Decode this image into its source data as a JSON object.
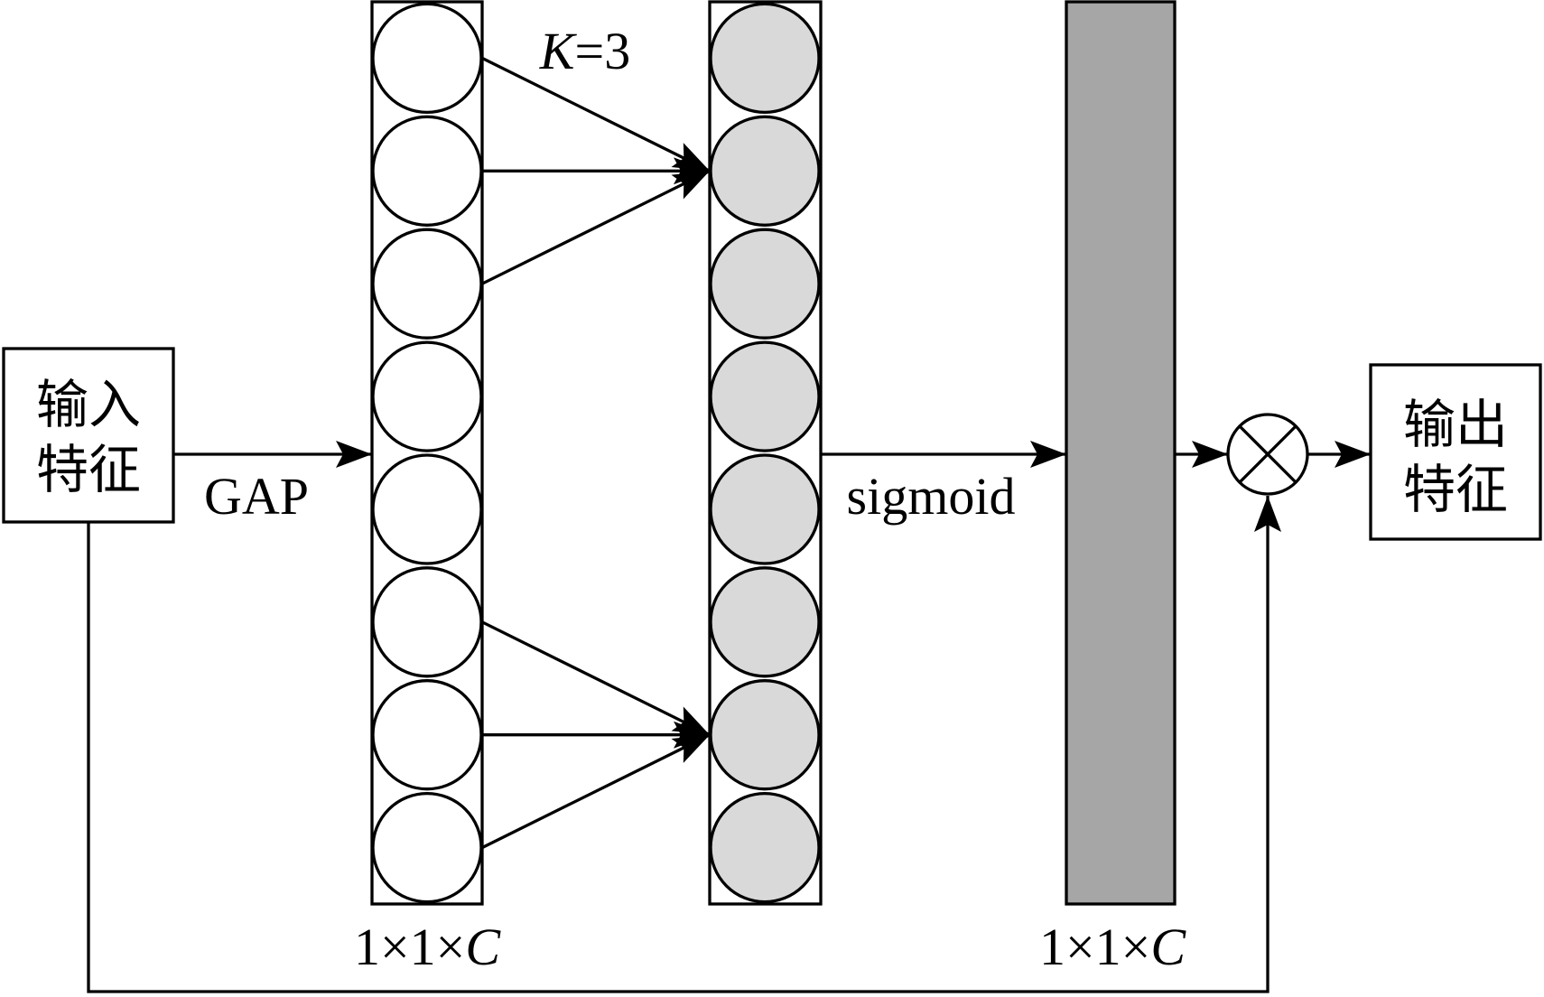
{
  "input_box": {
    "line1": "输入",
    "line2": "特征"
  },
  "output_box": {
    "line1": "输出",
    "line2": "特征"
  },
  "gap_label": "GAP",
  "kernel_label": {
    "var": "K",
    "value": "=3"
  },
  "sigmoid_label": "sigmoid",
  "dim_labels": [
    {
      "prefix": "1×1×",
      "var": "C"
    },
    {
      "prefix": "1×1×",
      "var": "C"
    }
  ],
  "colors": {
    "stroke": "#000000",
    "input_node_fill": "#ffffff",
    "conv_node_fill": "#d9d9d9",
    "attention_bar_fill": "#a6a6a6"
  }
}
